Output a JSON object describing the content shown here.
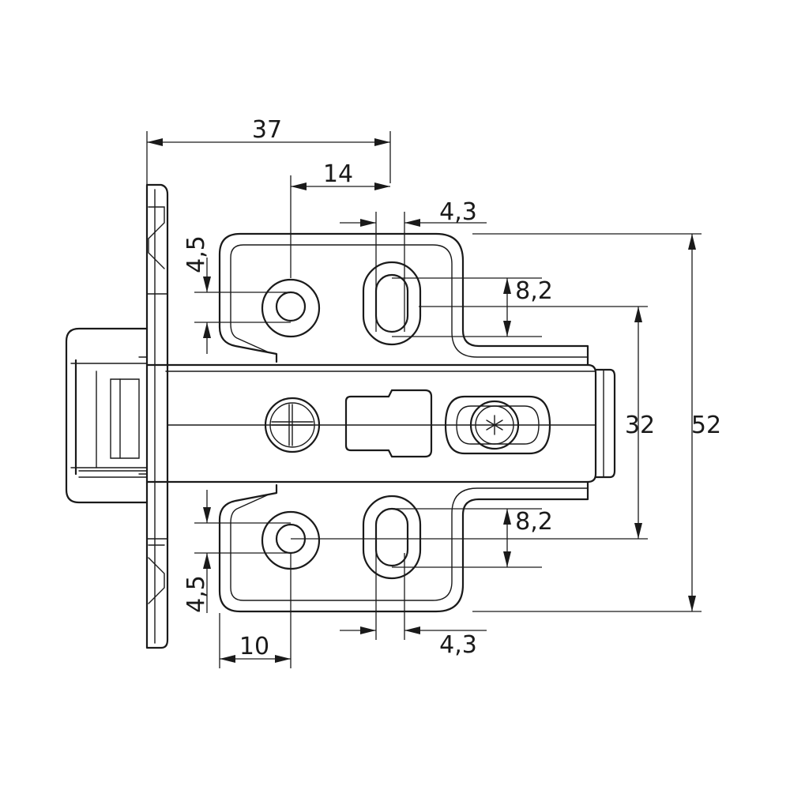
{
  "drawing": {
    "subject": "cabinet hinge mounting plate",
    "dimensions": {
      "overall_width": "37",
      "hole_offset": "14",
      "slot_width_top": "4,3",
      "slot_width_bottom": "4,3",
      "hole_offset_top": "4,5",
      "hole_offset_bottom": "4,5",
      "slot_length_top": "8,2",
      "slot_length_bottom": "8,2",
      "hole_spacing": "32",
      "overall_height": "52",
      "edge_distance": "10"
    },
    "colors": {
      "line": "#1a1a1a",
      "background": "#ffffff"
    }
  }
}
